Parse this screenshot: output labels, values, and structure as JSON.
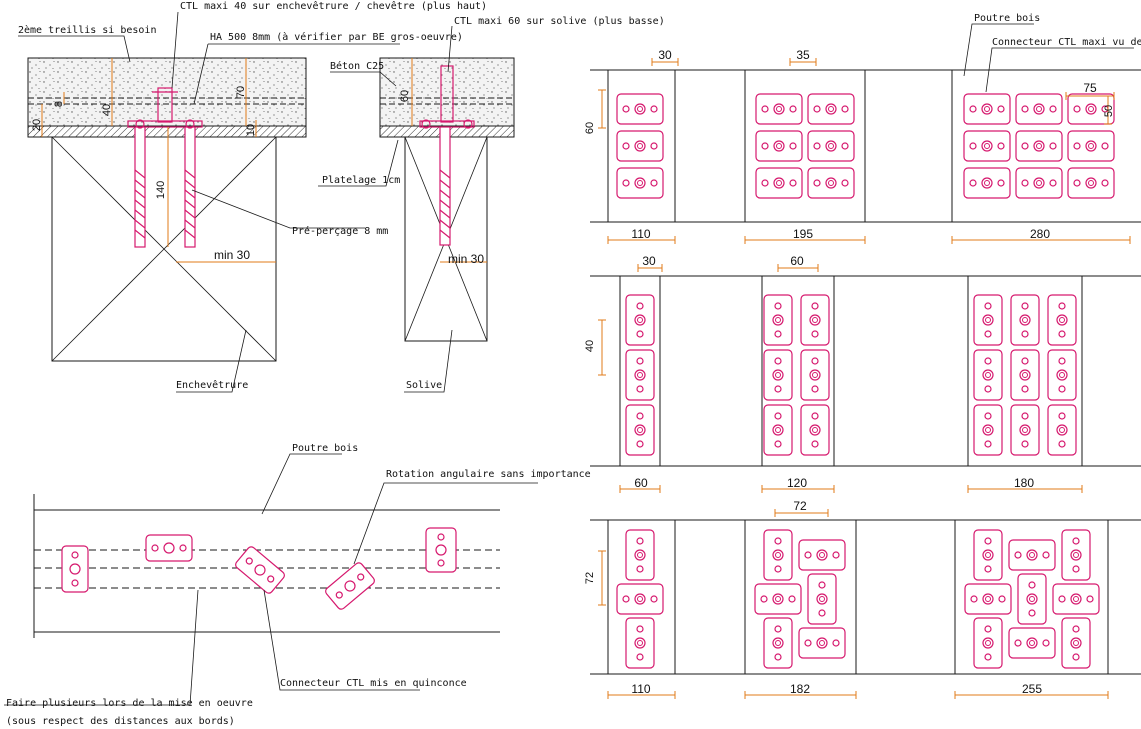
{
  "colors": {
    "line": "#1a1a1a",
    "connector": "#d6196e",
    "dimension": "#e07b1a",
    "concrete_fill": "#f1f1f1"
  },
  "section_labels": {
    "mesh": "2ème treillis si besoin",
    "ctl40": "CTL maxi 40 sur enchevêtrure / chevêtre (plus haut)",
    "ha500": "HA 500 8mm (à vérifier par BE gros-oeuvre)",
    "ctl60": "CTL maxi 60 sur solive (plus basse)",
    "beton": "Béton C25",
    "platelage": "Platelage 1cm",
    "preperçage": "Pré-perçage 8 mm",
    "enchevetrure": "Enchevêtrure",
    "solive": "Solive",
    "poutre_bois_top": "Poutre bois",
    "connecteur_vu": "Connecteur CTL maxi vu de dessus"
  },
  "section_dims": {
    "d20": "20",
    "d8": "8",
    "d40": "40",
    "d70": "70",
    "d10": "10",
    "d140": "140",
    "d60": "60",
    "min30_a": "min 30",
    "min30_b": "min 30"
  },
  "plan_labels": {
    "poutre_bois": "Poutre bois",
    "rotation": "Rotation angulaire sans importance",
    "quinconce": "Connecteur CTL mis en quinconce",
    "plusieurs": "Faire plusieurs lors de la mise en oeuvre",
    "distances": "(sous respect des distances aux bords)"
  },
  "grid": {
    "row1": {
      "top_dims": [
        "30",
        "35",
        "75"
      ],
      "side_dim": "60",
      "side_dim_b": "50",
      "bottom_dims": [
        "110",
        "195",
        "280"
      ]
    },
    "row2": {
      "top_dims": [
        "30",
        "60"
      ],
      "side_dim": "40",
      "bottom_dims": [
        "60",
        "120",
        "180"
      ]
    },
    "row3": {
      "top_dims": [
        "72"
      ],
      "side_dim": "72",
      "bottom_dims": [
        "110",
        "182",
        "255"
      ]
    }
  }
}
